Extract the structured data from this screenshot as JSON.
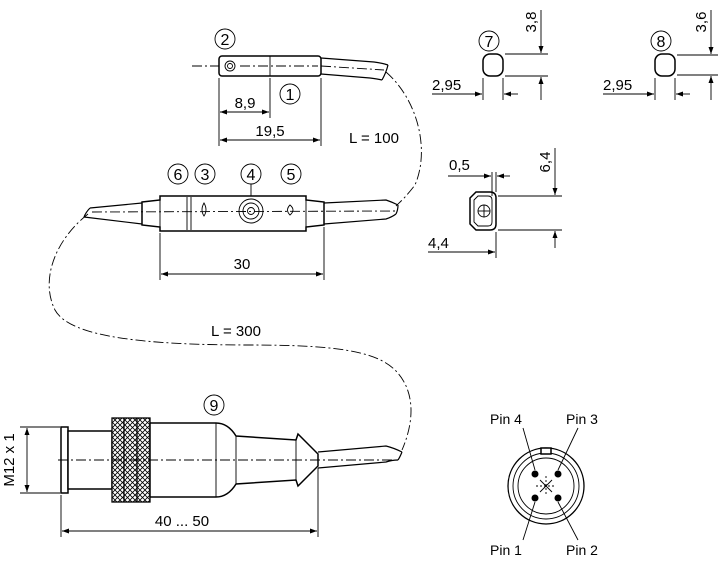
{
  "callouts": {
    "c1": "1",
    "c2": "2",
    "c3": "3",
    "c4": "4",
    "c5": "5",
    "c6": "6",
    "c7": "7",
    "c8": "8",
    "c9": "9"
  },
  "dimensions": {
    "d_8_9": "8,9",
    "d_19_5": "19,5",
    "d_L100": "L = 100",
    "d_30": "30",
    "d_L300": "L = 300",
    "d_M12": "M12 x 1",
    "d_40_50": "40 ... 50",
    "d_2_95_a": "2,95",
    "d_3_8": "3,8",
    "d_2_95_b": "2,95",
    "d_3_6": "3,6",
    "d_0_5": "0,5",
    "d_6_4": "6,4",
    "d_4_4": "4,4"
  },
  "pins": {
    "pin1": "Pin 1",
    "pin2": "Pin 2",
    "pin3": "Pin 3",
    "pin4": "Pin 4"
  }
}
